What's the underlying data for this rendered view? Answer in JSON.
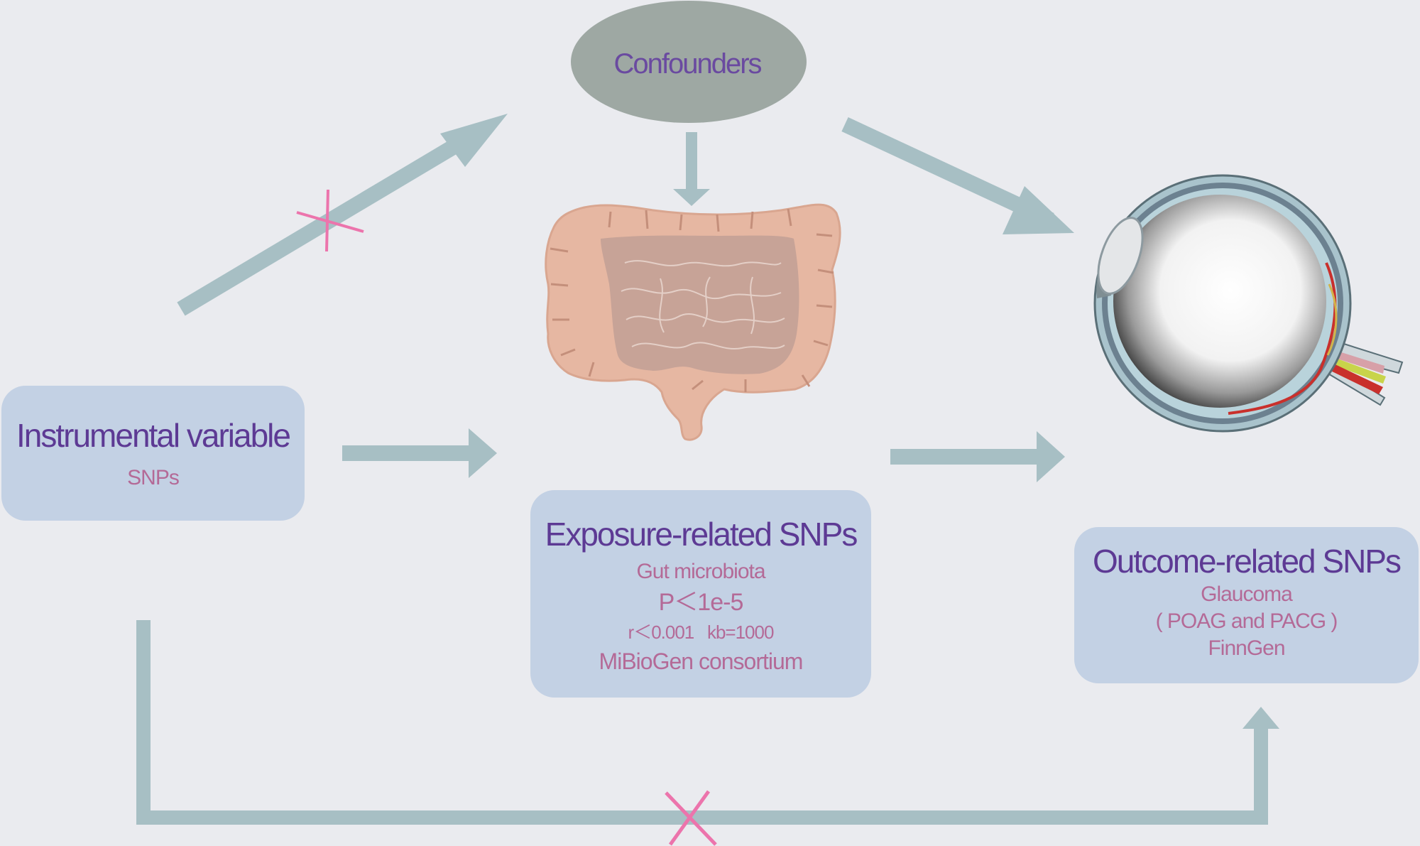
{
  "confounders": {
    "label": "Confounders"
  },
  "instrumental": {
    "title": "Instrumental variable",
    "subtitle": "SNPs"
  },
  "exposure": {
    "title": "Exposure-related SNPs",
    "lines": [
      "Gut microbiota",
      "P＜1e-5",
      "r＜0.001   kb=1000",
      "MiBioGen consortium"
    ]
  },
  "outcome": {
    "title": "Outcome-related SNPs",
    "lines": [
      "Glaucoma",
      "( POAG and PACG )",
      "FinnGen"
    ]
  },
  "colors": {
    "background": "#eaebef",
    "box": "#c3d1e4",
    "arrow": "#a7bfc4",
    "ellipse": "#9ea8a3",
    "title": "#5d3a94",
    "subtext": "#b46a97",
    "cross": "#ec74ac",
    "intestine": "#e6b7a2",
    "intestine_inner": "#c7a397"
  },
  "icons": [
    "intestine-icon",
    "eye-icon",
    "cross-icon"
  ]
}
